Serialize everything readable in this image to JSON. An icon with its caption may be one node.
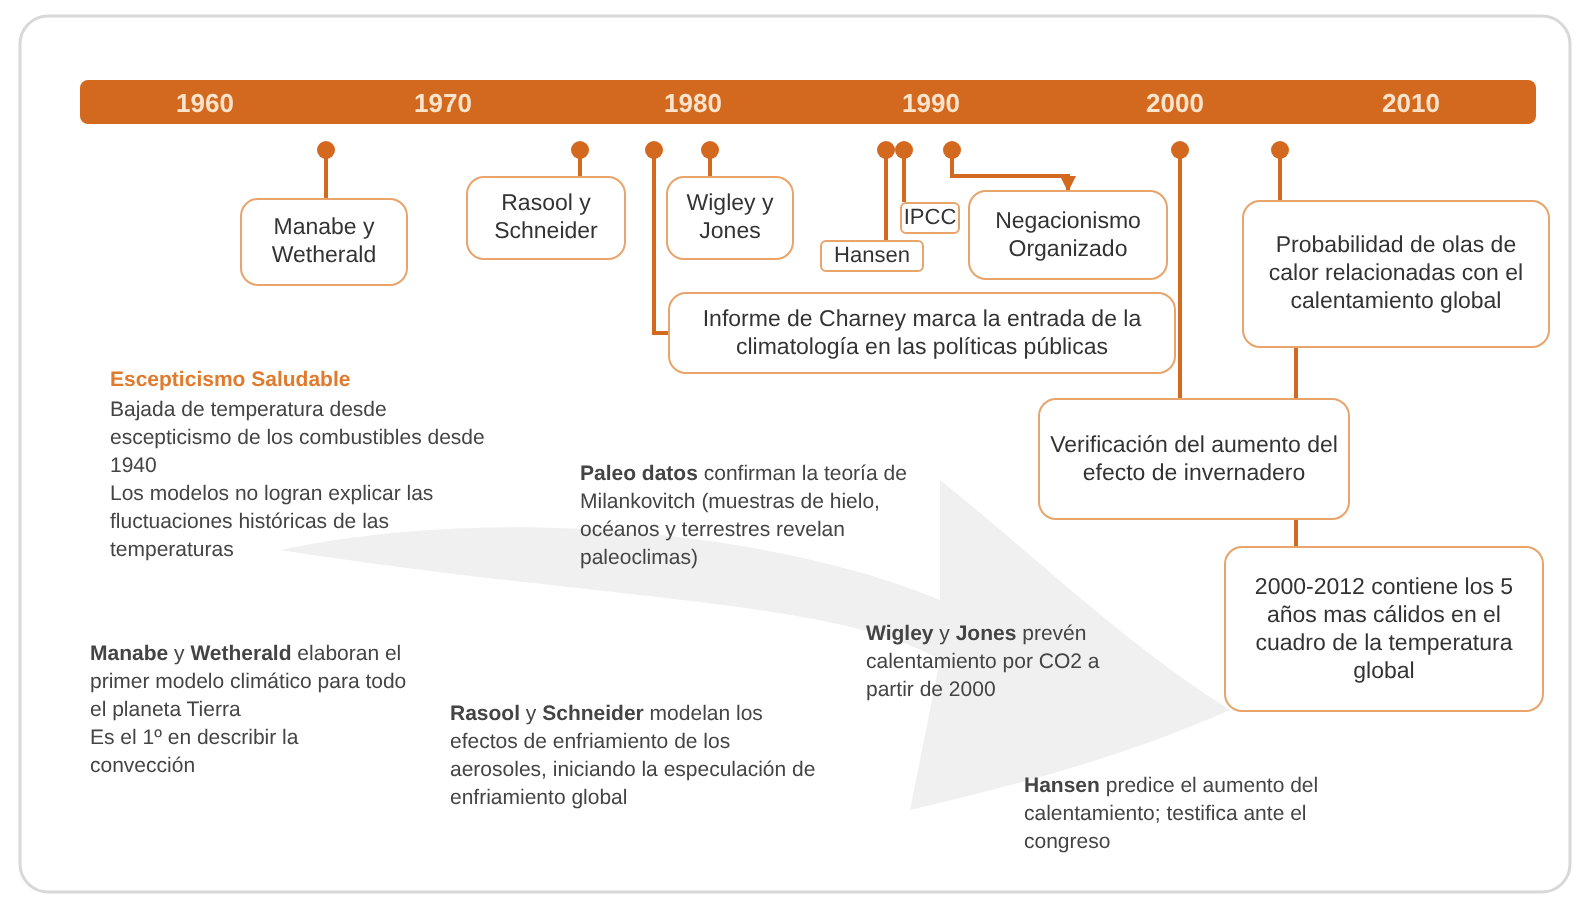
{
  "diagram": {
    "nodes": [
      {
        "text": [
          "1960",
          "1970",
          "1980",
          "1990",
          "2000",
          "2010"
        ]
      },
      {
        "text": [
          "Manabe y Wetherald"
        ]
      },
      {
        "text": [
          "Rasool y Schneider"
        ]
      },
      {
        "text": [
          "Wigley y Jones"
        ]
      },
      {
        "text": [
          "IPCC"
        ]
      },
      {
        "text": [
          "Hansen"
        ]
      },
      {
        "text": [
          "Negacionismo Organizado"
        ]
      },
      {
        "text": [
          "Informe de Charney marca la entrada de la climatología en las políticas públicas"
        ]
      },
      {
        "text": [
          "Probabilidad de olas de calor relacionadas con el calentamiento global"
        ]
      },
      {
        "text": [
          "Verificación del aumento del efecto de invernadero"
        ]
      },
      {
        "text": [
          "2000-2012 contiene los 5 años mas cálidos en el cuadro de la temperatura global"
        ]
      }
    ],
    "edges": [
      {
        "from": 0,
        "to": 1,
        "arrow": "other"
      },
      {
        "from": 0,
        "to": 2,
        "arrow": "other"
      },
      {
        "from": 0,
        "to": 7,
        "arrow": "other"
      },
      {
        "from": 0,
        "to": 3,
        "arrow": "other"
      },
      {
        "from": 0,
        "to": 5,
        "arrow": "other"
      },
      {
        "from": 0,
        "to": 4,
        "arrow": "other"
      },
      {
        "from": 0,
        "to": 6,
        "arrow": "to"
      },
      {
        "from": 0,
        "to": 9,
        "arrow": "other"
      },
      {
        "from": 0,
        "to": 8,
        "arrow": "other"
      },
      {
        "from": 8,
        "to": 9,
        "arrow": "none"
      },
      {
        "from": 9,
        "to": 10,
        "arrow": "none"
      }
    ],
    "labels": [
      "Escepticismo Saludable",
      "Bajada de temperatura desde escepticismo de los combustibles desde 1940",
      "Los modelos no logran explicar las fluctuaciones históricas de las temperaturas",
      "**Paleo datos** confirman la teoría de Milankovitch (muestras de hielo, océanos y terrestres revelan paleoclimas)",
      "**Manabe** y **Wetherald** elaboran el primer modelo climático para todo el planeta Tierra",
      "Es el 1º en describir la convección",
      "**Wigley** y **Jones** prevén calentamiento por CO2 a partir de 2000",
      "**Rasool** y **Schneider** modelan los efectos de enfriamiento de los aerosoles, iniciando la especulación de enfriamiento global",
      "**Hansen** predice el aumento del calentamiento; testifica ante el congreso"
    ]
  }
}
